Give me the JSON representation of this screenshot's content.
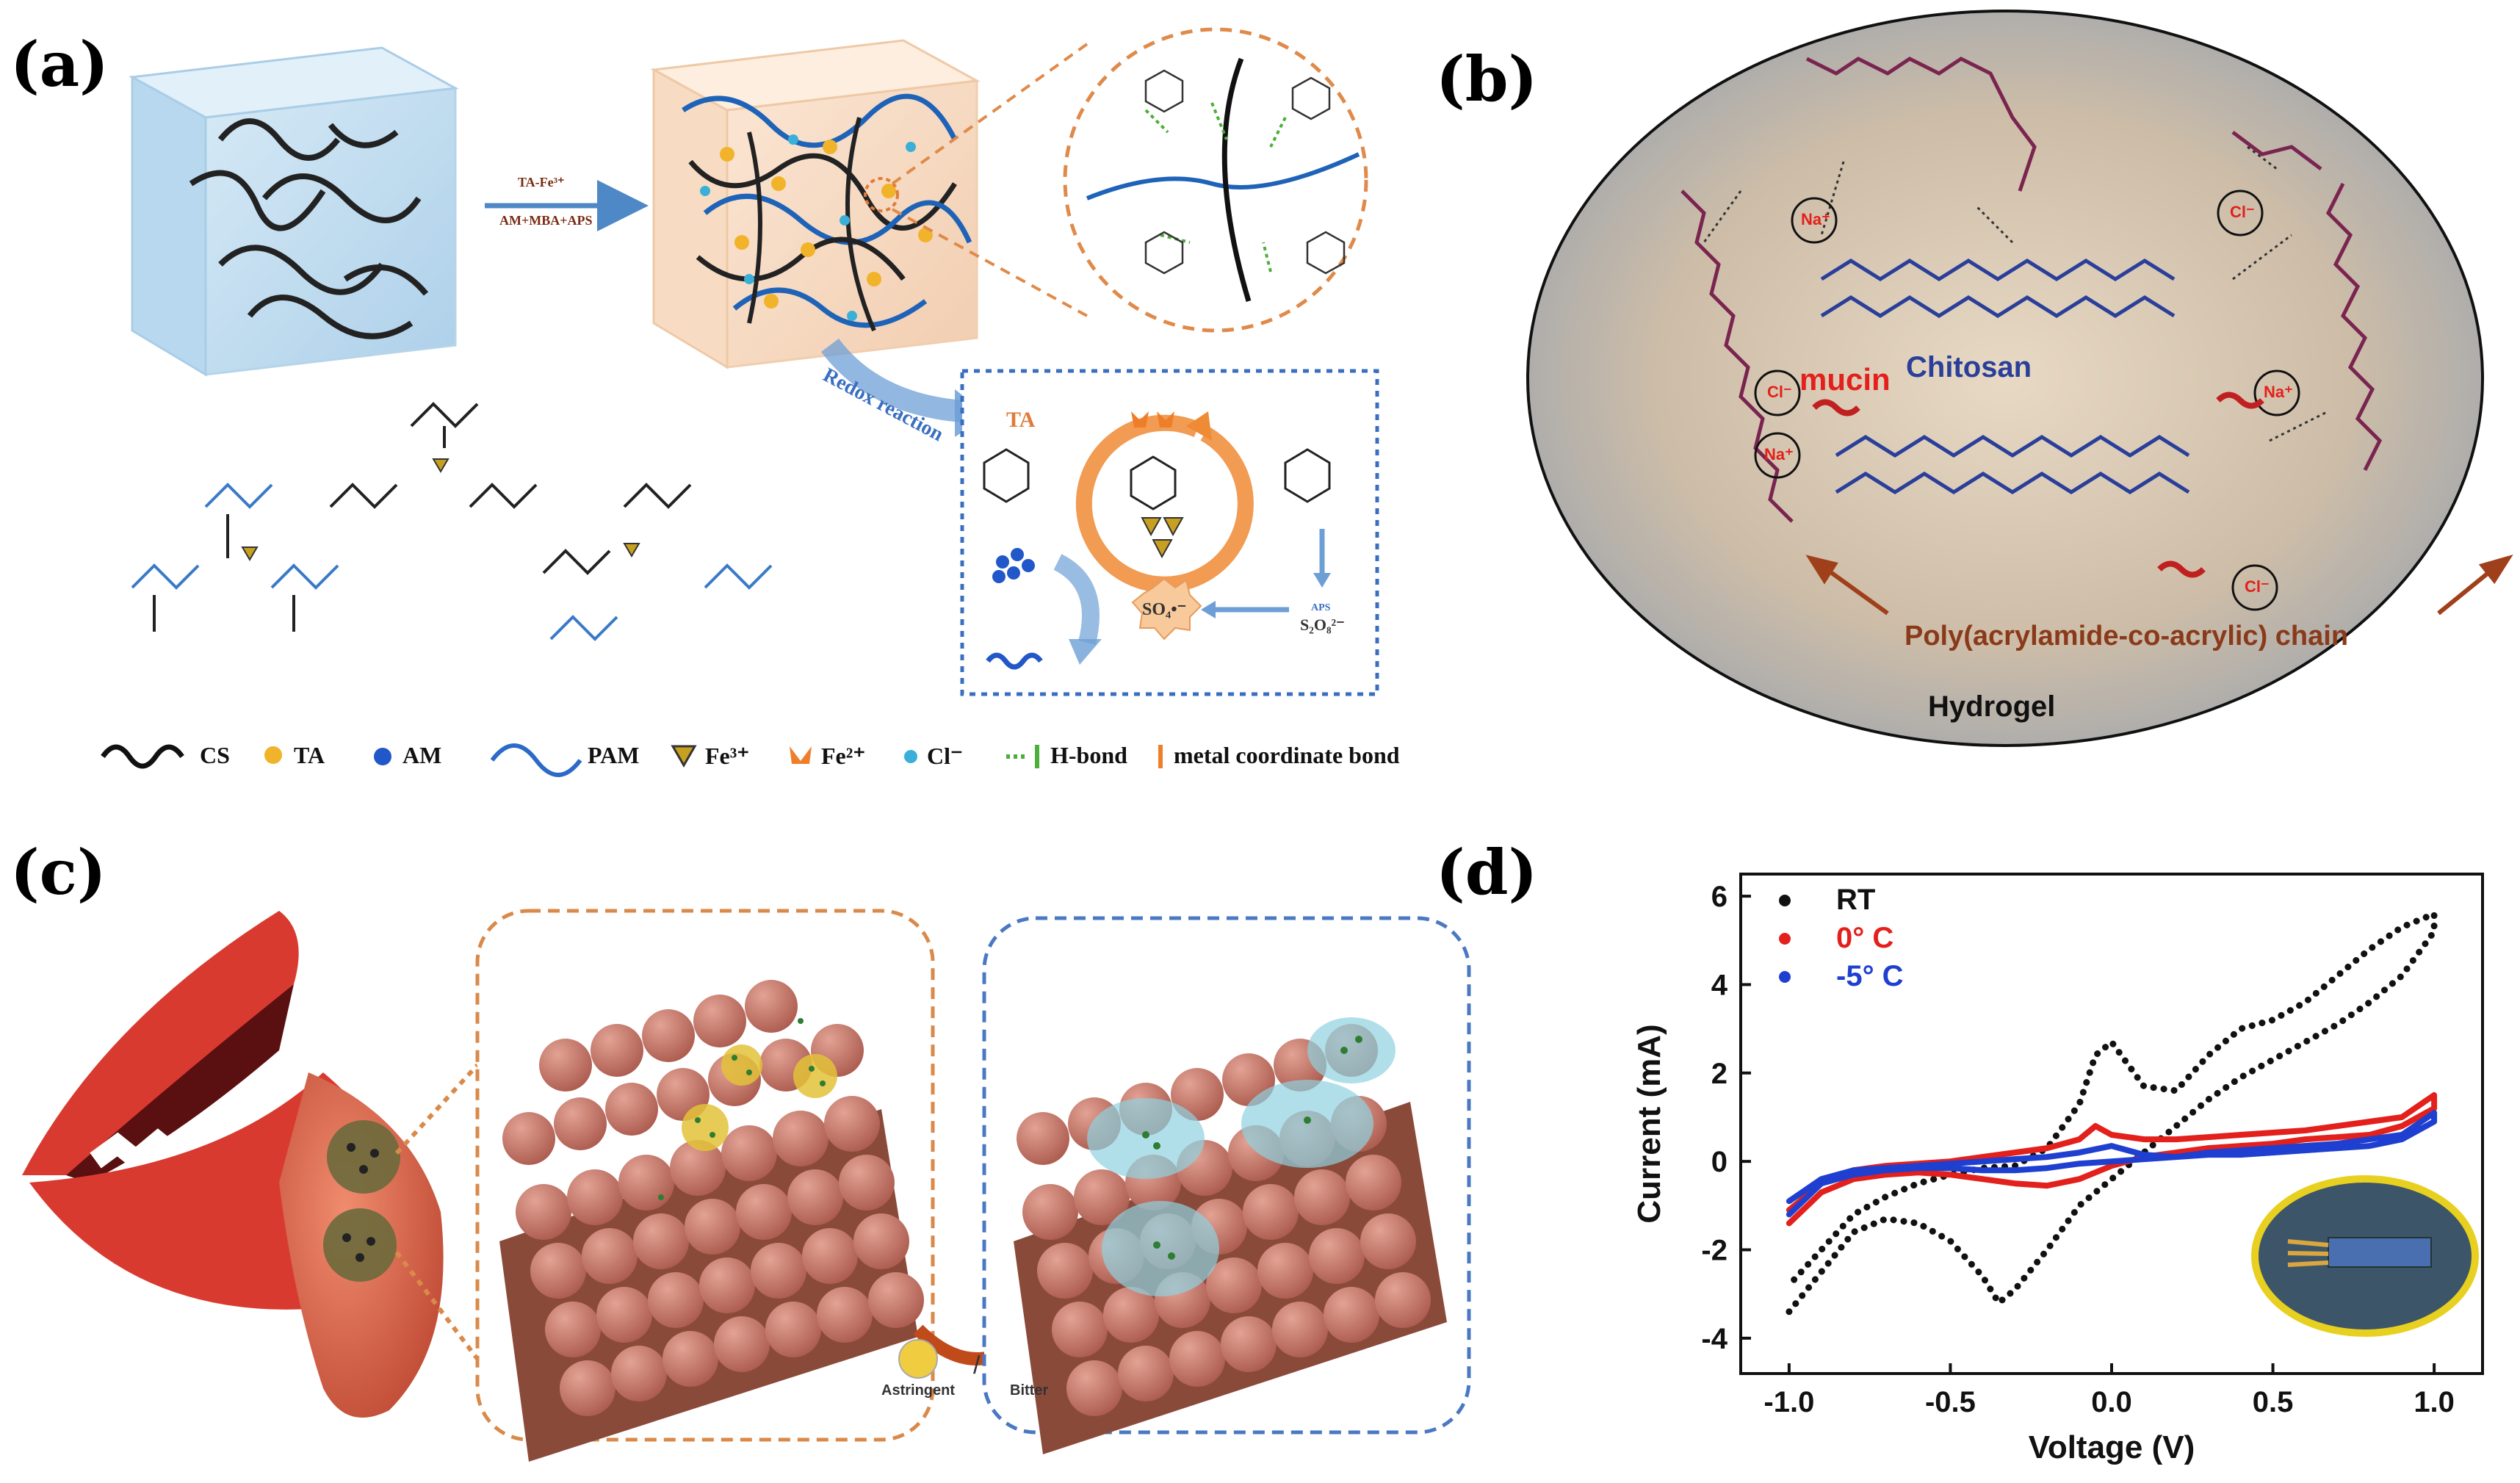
{
  "panels": {
    "a": {
      "letter": "(a)",
      "arrow_top": "TA-Fe³⁺",
      "arrow_bottom": "AM+MBA+APS",
      "redox": "Redox reaction",
      "ta_label": "TA",
      "aps_label": "APS",
      "so4_label": "SO₄•⁻",
      "s2o8_label": "S₂O₈²⁻",
      "legend": [
        {
          "label": "CS"
        },
        {
          "label": "TA"
        },
        {
          "label": "AM"
        },
        {
          "label": "PAM"
        },
        {
          "label": "Fe³⁺"
        },
        {
          "label": "Fe²⁺"
        },
        {
          "label": "Cl⁻"
        },
        {
          "label": "H-bond"
        },
        {
          "label": "metal coordinate bond"
        }
      ]
    },
    "b": {
      "letter": "(b)",
      "chitosan": "Chitosan",
      "mucin": "mucin",
      "chain": "Poly(acrylamide-co-acrylic) chain",
      "hydrogel": "Hydrogel",
      "ions": [
        "Na⁺",
        "Cl⁻",
        "Cl⁻",
        "Na⁺",
        "Na⁺",
        "Cl⁻"
      ]
    },
    "c": {
      "letter": "(c)",
      "astringent": "Astringent",
      "separator": "/",
      "bitter": "Bitter"
    },
    "d": {
      "letter": "(d)"
    }
  },
  "colors": {
    "orange_dash": "#d98a4a",
    "blue_dash": "#4a78c2",
    "chain_purple": "#7a2450",
    "chitosan_blue": "#2a3f9a",
    "rt": "#111111",
    "zero": "#e3201b",
    "minus5": "#1f3fd1"
  },
  "chart_data": {
    "type": "line",
    "xlabel": "Voltage (V)",
    "ylabel": "Current (mA)",
    "xlim": [
      -1.15,
      1.15
    ],
    "ylim": [
      -4.8,
      6.5
    ],
    "xticks": [
      "-1.0",
      "-0.5",
      "0.0",
      "0.5",
      "1.0"
    ],
    "xtick_values": [
      -1.0,
      -0.5,
      0.0,
      0.5,
      1.0
    ],
    "yticks": [
      "-4",
      "-2",
      "0",
      "2",
      "4",
      "6"
    ],
    "ytick_values": [
      -4,
      -2,
      0,
      2,
      4,
      6
    ],
    "legend_position": "top-left",
    "series": [
      {
        "name": "RT",
        "color": "#111111",
        "style": "dotted",
        "x": [
          -1.0,
          -0.9,
          -0.8,
          -0.7,
          -0.6,
          -0.5,
          -0.4,
          -0.35,
          -0.3,
          -0.2,
          -0.1,
          0.0,
          0.1,
          0.2,
          0.3,
          0.4,
          0.5,
          0.6,
          0.7,
          0.8,
          0.9,
          1.0,
          1.0,
          0.9,
          0.8,
          0.7,
          0.6,
          0.5,
          0.4,
          0.3,
          0.2,
          0.1,
          0.05,
          0.0,
          -0.05,
          -0.1,
          -0.2,
          -0.3,
          -0.4,
          -0.5,
          -0.6,
          -0.7,
          -0.8,
          -0.9,
          -1.0
        ],
        "y": [
          -3.4,
          -2.5,
          -1.6,
          -1.3,
          -1.4,
          -1.8,
          -2.6,
          -3.2,
          -2.9,
          -2.0,
          -1.0,
          -0.4,
          0.2,
          0.8,
          1.4,
          1.9,
          2.3,
          2.7,
          3.1,
          3.6,
          4.2,
          5.2,
          5.6,
          5.3,
          4.8,
          4.2,
          3.6,
          3.2,
          3.0,
          2.4,
          1.6,
          1.7,
          2.2,
          2.7,
          2.4,
          1.3,
          0.3,
          -0.1,
          -0.15,
          -0.3,
          -0.5,
          -0.8,
          -1.2,
          -2.0,
          -2.8
        ]
      },
      {
        "name": "0° C",
        "color": "#e3201b",
        "style": "solid",
        "x": [
          -1.0,
          -0.9,
          -0.8,
          -0.7,
          -0.6,
          -0.5,
          -0.4,
          -0.3,
          -0.2,
          -0.1,
          0.0,
          0.1,
          0.2,
          0.3,
          0.4,
          0.5,
          0.6,
          0.7,
          0.8,
          0.9,
          1.0,
          1.0,
          0.9,
          0.8,
          0.7,
          0.6,
          0.5,
          0.4,
          0.3,
          0.2,
          0.1,
          0.0,
          -0.05,
          -0.1,
          -0.2,
          -0.3,
          -0.4,
          -0.5,
          -0.6,
          -0.7,
          -0.8,
          -0.9,
          -1.0
        ],
        "y": [
          -1.4,
          -0.7,
          -0.4,
          -0.3,
          -0.25,
          -0.3,
          -0.4,
          -0.5,
          -0.55,
          -0.4,
          -0.1,
          0.1,
          0.2,
          0.3,
          0.35,
          0.4,
          0.5,
          0.55,
          0.6,
          0.8,
          1.2,
          1.5,
          1.0,
          0.9,
          0.8,
          0.7,
          0.65,
          0.6,
          0.55,
          0.5,
          0.5,
          0.6,
          0.8,
          0.5,
          0.3,
          0.2,
          0.1,
          0.0,
          -0.05,
          -0.1,
          -0.2,
          -0.5,
          -1.1
        ]
      },
      {
        "name": "-5° C",
        "color": "#1f3fd1",
        "style": "solid",
        "x": [
          -1.0,
          -0.9,
          -0.8,
          -0.7,
          -0.6,
          -0.5,
          -0.4,
          -0.3,
          -0.2,
          -0.1,
          0.0,
          0.1,
          0.2,
          0.3,
          0.4,
          0.5,
          0.6,
          0.7,
          0.8,
          0.9,
          1.0,
          1.0,
          0.9,
          0.8,
          0.7,
          0.6,
          0.5,
          0.4,
          0.3,
          0.2,
          0.1,
          0.0,
          -0.1,
          -0.2,
          -0.3,
          -0.4,
          -0.5,
          -0.6,
          -0.7,
          -0.8,
          -0.9,
          -1.0
        ],
        "y": [
          -1.2,
          -0.5,
          -0.3,
          -0.2,
          -0.15,
          -0.15,
          -0.2,
          -0.2,
          -0.15,
          -0.05,
          0.0,
          0.05,
          0.1,
          0.15,
          0.15,
          0.2,
          0.25,
          0.3,
          0.35,
          0.5,
          0.9,
          1.1,
          0.6,
          0.5,
          0.4,
          0.35,
          0.3,
          0.25,
          0.2,
          0.1,
          0.15,
          0.35,
          0.2,
          0.1,
          0.05,
          0.0,
          -0.05,
          -0.1,
          -0.15,
          -0.2,
          -0.4,
          -0.9
        ]
      }
    ]
  }
}
